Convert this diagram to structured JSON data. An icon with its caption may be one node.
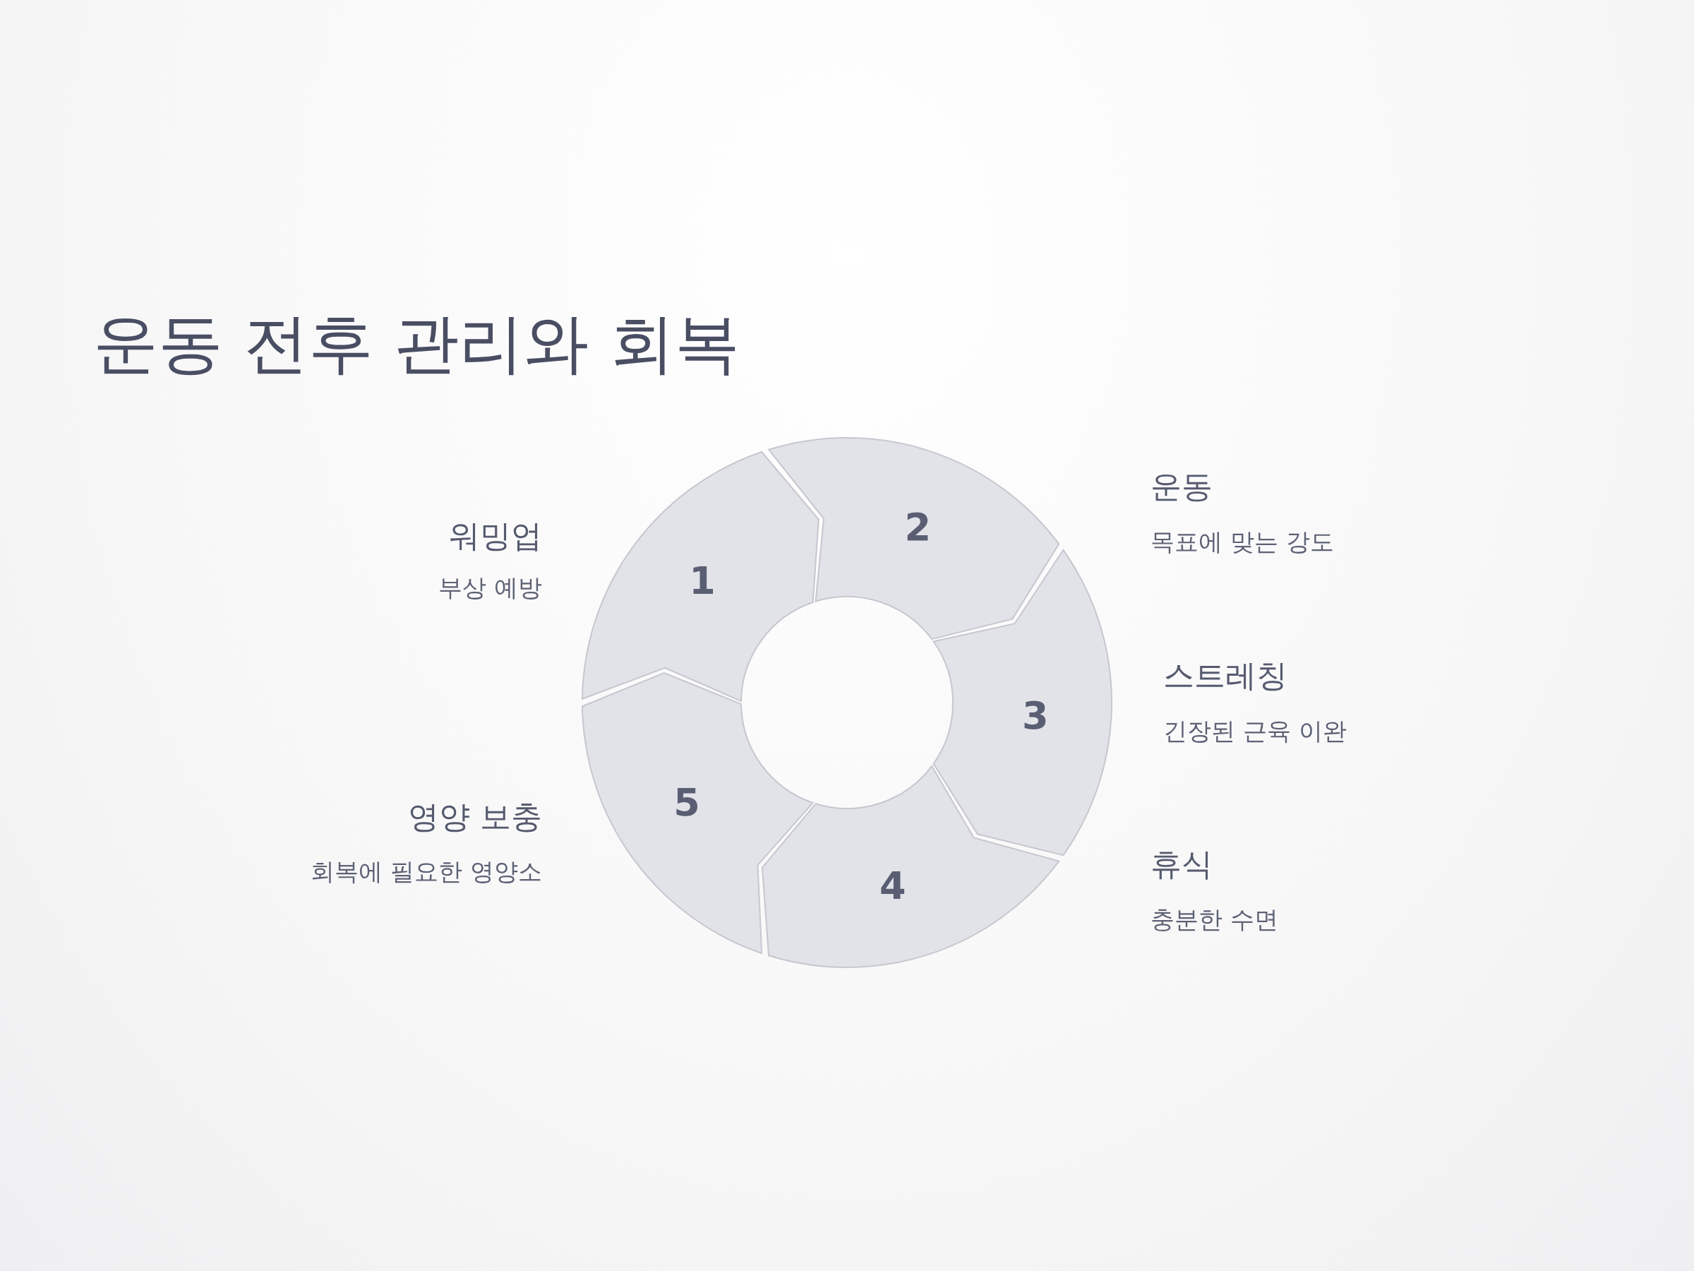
{
  "diagram": {
    "title": "운동 전후 관리와 회복",
    "nodes": [
      {
        "text": [
          "1"
        ],
        "beside": [
          "워밍업",
          "부상 예방"
        ]
      },
      {
        "text": [
          "2"
        ],
        "beside": [
          "운동",
          "목표에 맞는 강도"
        ]
      },
      {
        "text": [
          "3"
        ],
        "beside": [
          "스트레칭",
          "긴장된 근육 이완"
        ]
      },
      {
        "text": [
          "4"
        ],
        "beside": [
          "휴식",
          "충분한 수면"
        ]
      },
      {
        "text": [
          "5"
        ],
        "beside": [
          "영양 보충",
          "회복에 필요한 영양소"
        ]
      }
    ]
  }
}
